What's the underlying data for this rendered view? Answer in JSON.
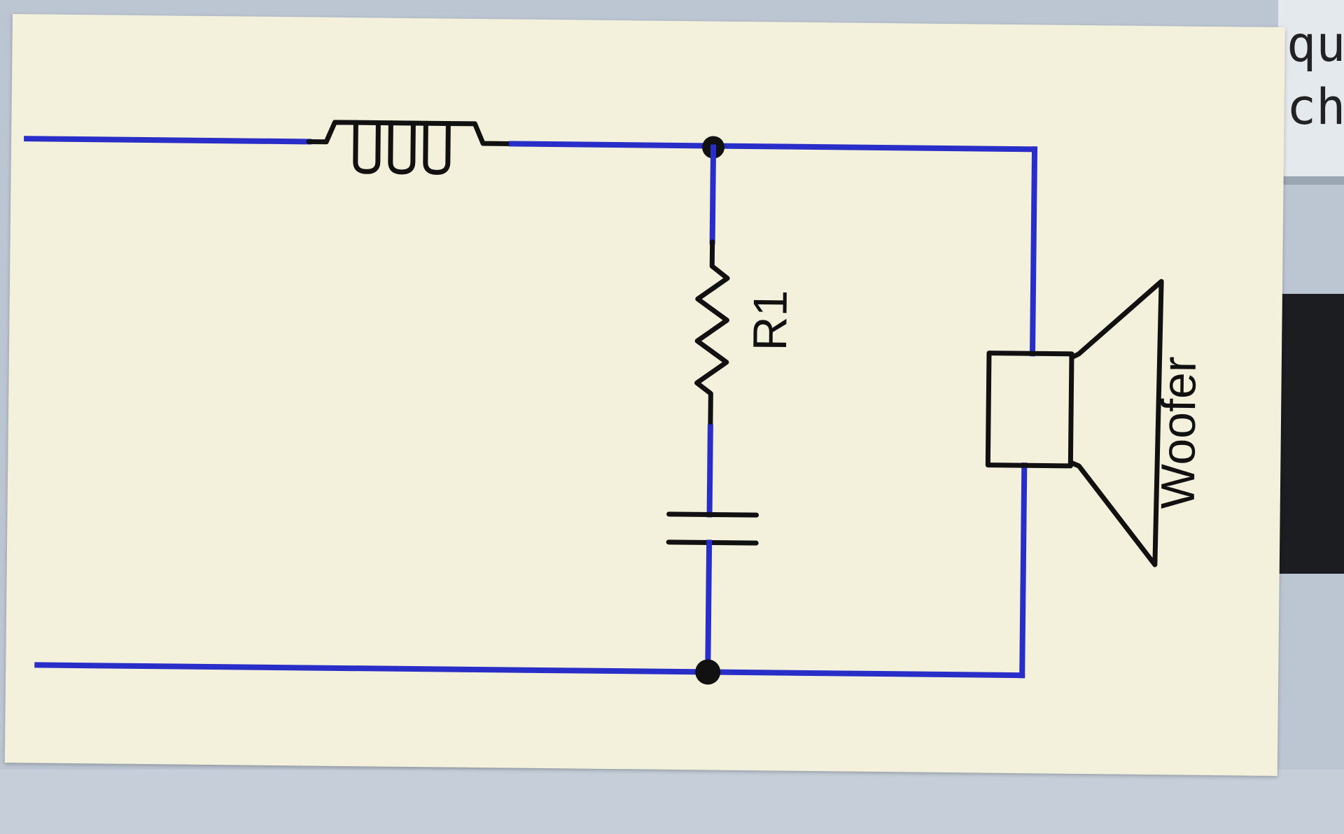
{
  "diagram": {
    "components": {
      "inductor": {
        "label": ""
      },
      "resistor": {
        "label": "R1"
      },
      "capacitor": {
        "label": ""
      },
      "speaker": {
        "label": "Woofer"
      }
    },
    "colors": {
      "wire": "#2a2ec8",
      "component": "#111111",
      "panel_background": "#f3f1dc"
    }
  },
  "background": {
    "partial_text": [
      "qu",
      "ch"
    ]
  }
}
